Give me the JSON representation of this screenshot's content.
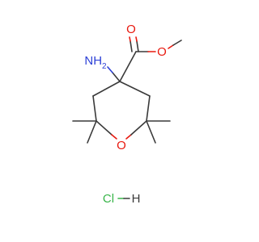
{
  "molecule": {
    "atom_labels": {
      "amine": "NH",
      "amine_h_count": "2",
      "carbonyl_oxygen": "O",
      "ester_oxygen": "O",
      "ring_oxygen": "O",
      "chlorine": "Cl",
      "hydrogen": "H"
    },
    "colors": {
      "bond": "#3a3a3a",
      "oxygen": "#e8190f",
      "nitrogen": "#2b3fd6",
      "chlorine": "#39b54a",
      "hydrogen": "#3a3a3a"
    }
  }
}
